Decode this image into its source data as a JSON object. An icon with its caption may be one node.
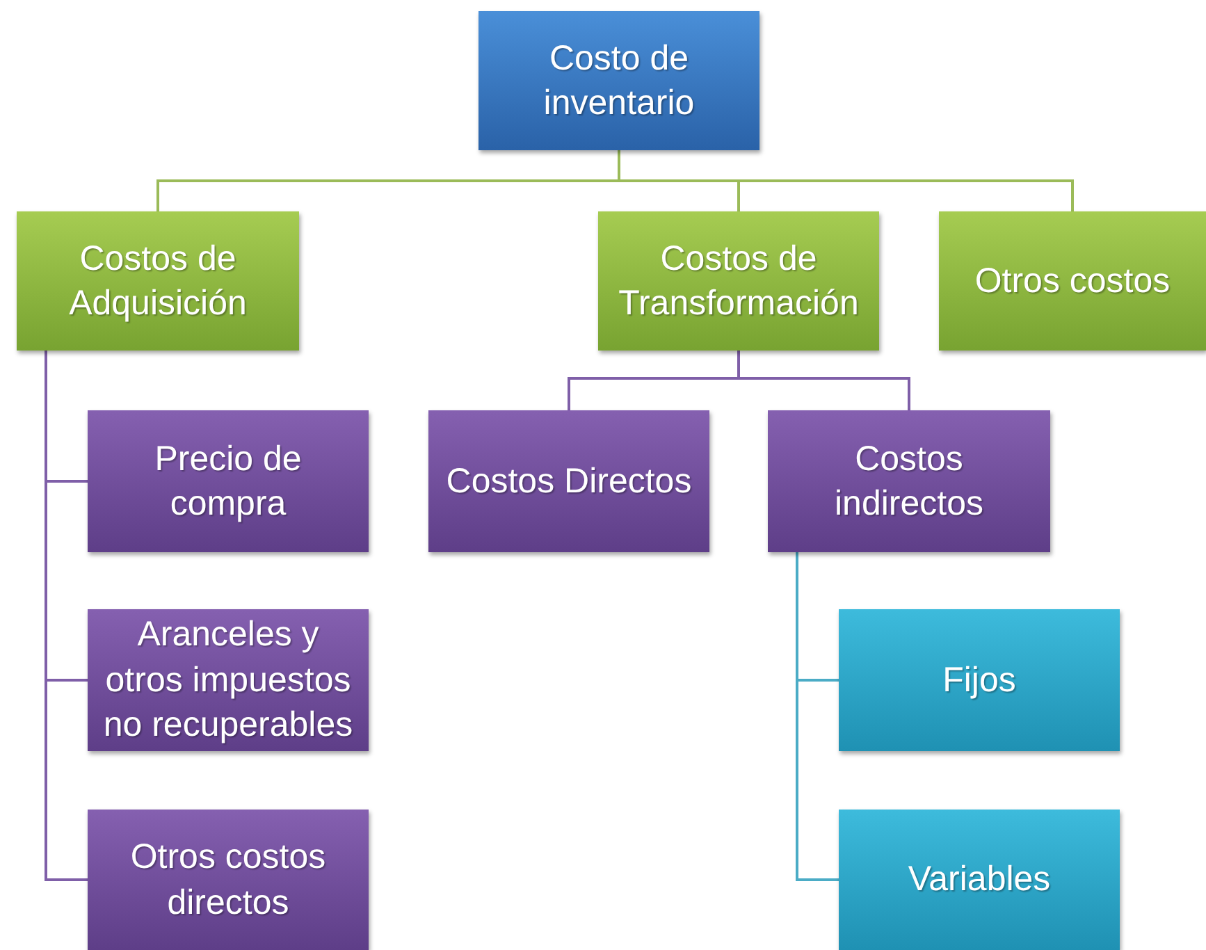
{
  "diagram": {
    "nodes": [
      {
        "text": [
          "Costo de inventario"
        ]
      },
      {
        "text": [
          "Costos de Adquisición"
        ]
      },
      {
        "text": [
          "Costos de Transformación"
        ]
      },
      {
        "text": [
          "Otros costos"
        ]
      },
      {
        "text": [
          "Precio de compra"
        ]
      },
      {
        "text": [
          "Aranceles y otros impuestos no recuperables"
        ]
      },
      {
        "text": [
          "Otros costos directos"
        ]
      },
      {
        "text": [
          "Costos Directos"
        ]
      },
      {
        "text": [
          "Costos indirectos"
        ]
      },
      {
        "text": [
          "Fijos"
        ]
      },
      {
        "text": [
          "Variables"
        ]
      }
    ],
    "edges": [
      {
        "from": 0,
        "to": 1,
        "arrow": "none",
        "color": "#9bbb59"
      },
      {
        "from": 0,
        "to": 2,
        "arrow": "none",
        "color": "#9bbb59"
      },
      {
        "from": 0,
        "to": 3,
        "arrow": "none",
        "color": "#9bbb59"
      },
      {
        "from": 1,
        "to": 4,
        "arrow": "none"
      },
      {
        "from": 1,
        "to": 5,
        "arrow": "none"
      },
      {
        "from": 1,
        "to": 6,
        "arrow": "none"
      },
      {
        "from": 2,
        "to": 7,
        "arrow": "none"
      },
      {
        "from": 2,
        "to": 8,
        "arrow": "none"
      },
      {
        "from": 8,
        "to": 9,
        "arrow": "none",
        "color": "#4bacc6"
      },
      {
        "from": 8,
        "to": 10,
        "arrow": "none",
        "color": "#4bacc6"
      }
    ]
  }
}
